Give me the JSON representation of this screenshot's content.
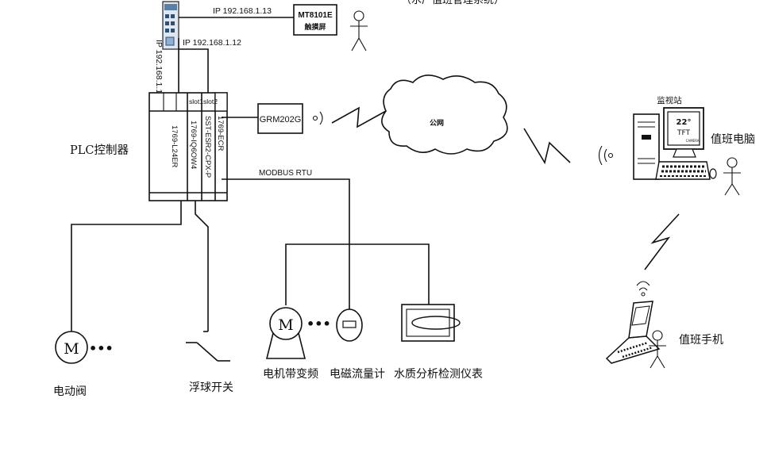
{
  "diagram": {
    "top_caption_fragment": "（水厂值班管理系统）",
    "switch": {
      "ip_top": "IP 192.168.1.13",
      "ip_mid": "IP 192.168.1.12",
      "ip_vertical": "IP 192.168.1.11"
    },
    "hmi": {
      "model": "MT8101E",
      "sub": "触摸屏"
    },
    "plc": {
      "label": "PLC控制器",
      "slot1": "slot1",
      "slot2": "slot2",
      "module_1": "1769-L24ER",
      "module_2": "1769-IQ6OW4",
      "module_3": "SST-ESR2-CPX-P",
      "module_4": "1769-ECR"
    },
    "gprs": {
      "model": "GRM202G"
    },
    "cloud": {
      "label": "公网"
    },
    "modbus_label": "MODBUS RTU",
    "monitor": {
      "title": "监视站",
      "screen_temp": "22°",
      "screen_tft": "TFT",
      "screen_small": "CAMERA",
      "label": "值班电脑"
    },
    "phone": {
      "label": "值班手机"
    },
    "devices": {
      "valve_symbol": "M",
      "valve": "电动阀",
      "float_switch": "浮球开关",
      "motor_symbol": "M",
      "motor": "电机带变频",
      "flowmeter": "电磁流量计",
      "analyzer": "水质分析检测仪表",
      "ellipsis": "•••"
    }
  }
}
